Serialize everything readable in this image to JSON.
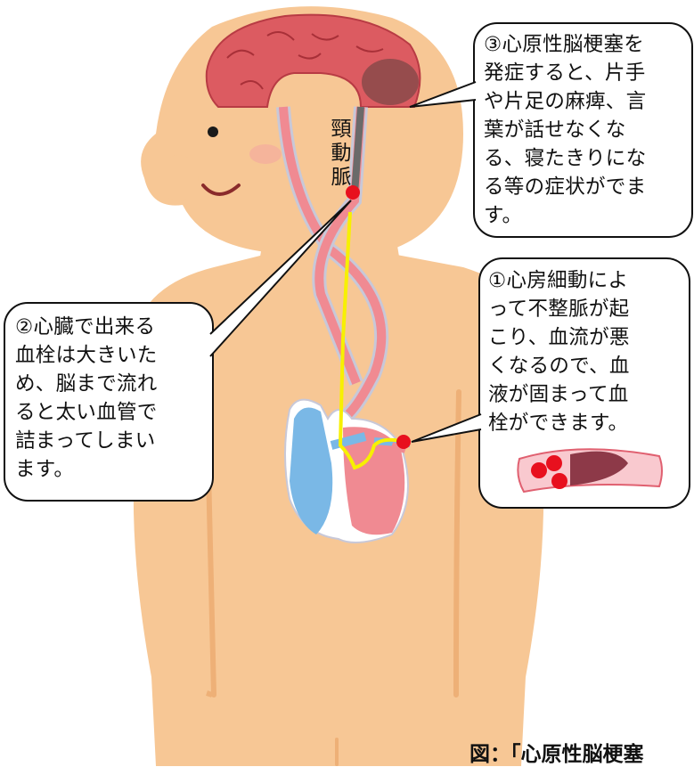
{
  "callouts": {
    "stroke_onset": "③心原性脳梗塞を\n発症すると、片手\nや片足の麻痺、言\n葉が話せなくな\nる、寝たきりにな\nる等の症状がでま\nす。",
    "afib": "①心房細動によ\nって不整脈が起\nこり、血流が悪\nくなるので、血\n液が固まって血\n栓ができます。",
    "clot_travel": "②心臓で出来る\n血栓は大きいた\nめ、脳まで流れ\nると太い血管で\n詰まってしまい\nます。"
  },
  "labels": {
    "carotid_artery": "頸\n動\n脈"
  },
  "caption": "図：「心原性脳梗塞",
  "colors": {
    "skin": "#f7c795",
    "skin_dark": "#eeb077",
    "brain": "#dc5b61",
    "brain_infarct": "#8a4a4a",
    "artery": "#f08a92",
    "vein": "#7ab8e6",
    "clot": "#e8101e",
    "clot_path": "#f7f000"
  }
}
